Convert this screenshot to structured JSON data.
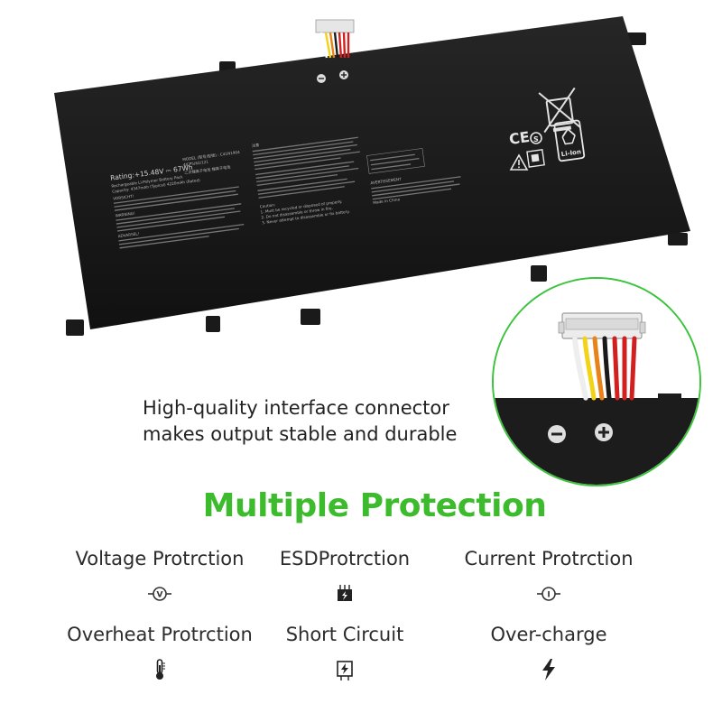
{
  "battery": {
    "label": {
      "rating": "Rating:+15.48V ⎓ 67Wh",
      "model": "MODEL (型号/型號) : C41N1904",
      "cells": "4ICP5/62/121",
      "type": "Rechargeable Li-Polymer Battery Pack",
      "capacity": "Capacity: 4347mAh (Typical) 4220mAh (Rated)",
      "cn_type": "二次锂离子电池  锂离子电池",
      "vorsicht": "VORSICHT!",
      "warning": "WARNING!",
      "advarsel": "ADVARSEL!",
      "caution": "Caution:",
      "caution_1": "1. Must be recycled or disposed of properly.",
      "caution_2": "2. Do not disassemble or throw in fire.",
      "caution_3": "3. Never attempt to disassemble or fix battery.",
      "jp_header": "注意",
      "avertissement": "AVERTISSEMENT",
      "made_in": "Made in China"
    },
    "lihon_label": "Li-Ion"
  },
  "connector_polarity": {
    "negative": "−",
    "positive": "+"
  },
  "caption": {
    "line1": "High-quality interface connector",
    "line2": "makes output stable and durable"
  },
  "headline": "Multiple Protection",
  "features": [
    {
      "label": "Voltage Protrction"
    },
    {
      "label": "ESDProtrction"
    },
    {
      "label": "Current Protrction"
    },
    {
      "label": "Overheat Protrction"
    },
    {
      "label": "Short Circuit"
    },
    {
      "label": "Over-charge"
    }
  ],
  "colors": {
    "accent": "#3cbb2c",
    "battery_body": "#1b1b1b",
    "wire_colors": [
      "#ffffff",
      "#f2d31a",
      "#e8821a",
      "#1a1a1a",
      "#d21f1f",
      "#d21f1f",
      "#d21f1f"
    ]
  }
}
